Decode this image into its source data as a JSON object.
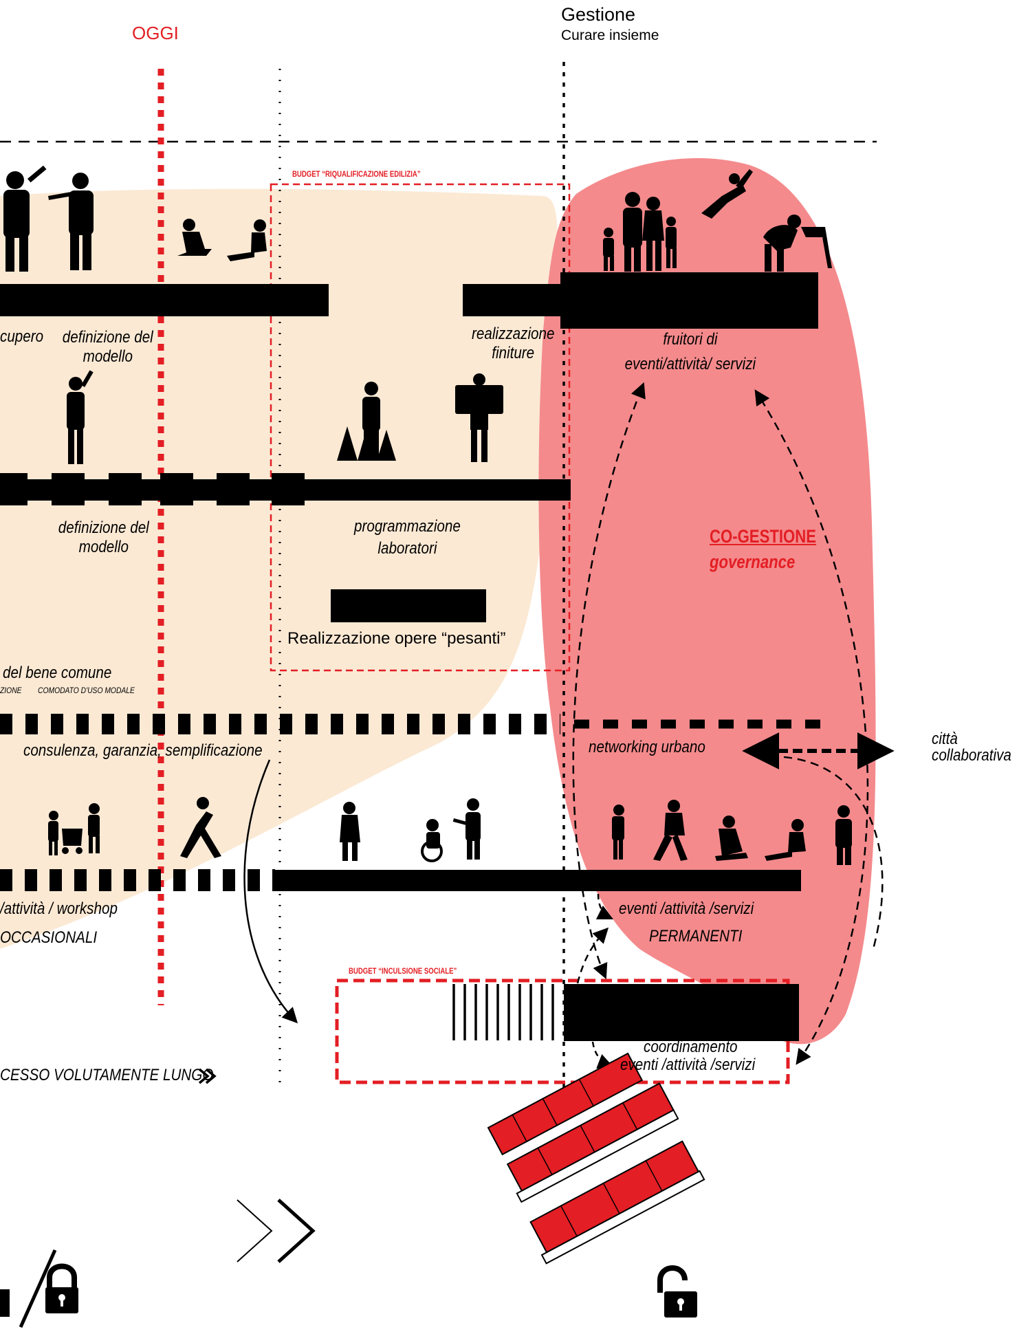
{
  "header": {
    "oggi": "OGGI",
    "gestione_title": "Gestione",
    "gestione_subtitle": "Curare insieme"
  },
  "budgets": {
    "edilizia": "BUDGET “RIQUALIFICAZIONE EDILIZIA”",
    "sociale": "BUDGET “INCULSIONE SOCIALE”"
  },
  "rows": {
    "row1": {
      "left_label": "cupero",
      "modello_label": "definizione del modello",
      "finiture_label": "realizzazione finiture",
      "fruitori_label": "fruitori di eventi/attività/ servizi"
    },
    "row2": {
      "modello_label": "definizione del modello",
      "programmazione_label": "programmazione laboratori",
      "opere_label": "Realizzazione opere “pesanti”"
    },
    "row3": {
      "bene_comune": "del bene comune",
      "bene_comune_sub": "ZIONE",
      "comodato": "COMODATO D'USO MODALE",
      "consulenza": "consulenza, garanzia, semplificazione",
      "networking": "networking urbano",
      "citta": "città collaborativa"
    },
    "row4": {
      "occasionali_1": "/attività / workshop",
      "occasionali_2": "OCCASIONALI",
      "permanenti_1": "eventi /attività /servizi",
      "permanenti_2": "PERMANENTI"
    },
    "row5": {
      "coordinamento_1": "coordinamento",
      "coordinamento_2": "eventi /attività /servizi",
      "processo": "CESSO VOLUTAMENTE LUNGO"
    }
  },
  "cogestione": {
    "title": "CO-GESTIONE",
    "subtitle": "governance"
  },
  "colors": {
    "red": "#e31e24",
    "pink": "#f48a8c",
    "beige": "#fbe9d4",
    "black": "#000000"
  },
  "icons": [
    "padlock-closed-icon",
    "padlock-open-icon",
    "double-chevron-icon",
    "building-axonometric-icon"
  ]
}
